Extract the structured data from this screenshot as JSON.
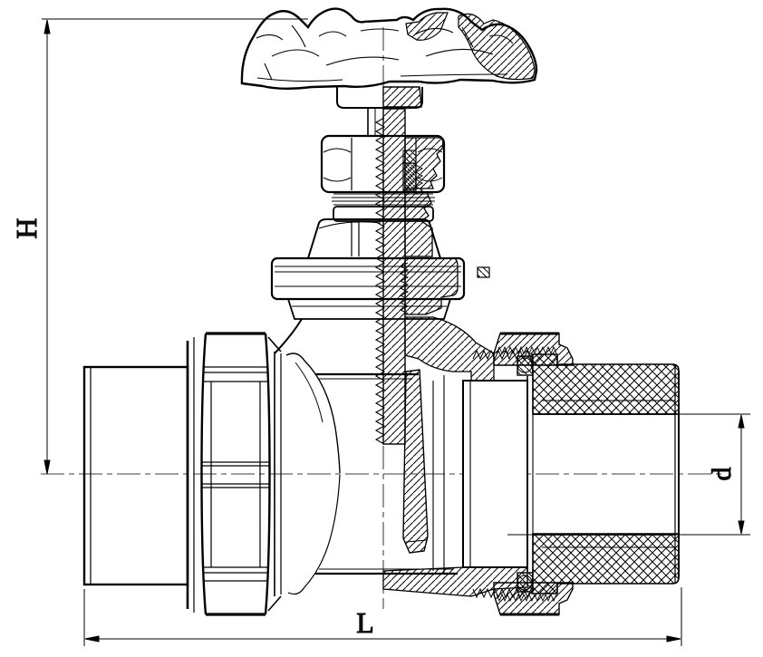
{
  "page": {
    "background": "#ffffff"
  },
  "drawing": {
    "subject": "gate-valve-half-section-drawing",
    "line_color": "#000000",
    "background": "#ffffff",
    "dimensions": {
      "height": {
        "label": "H",
        "orientation": "vertical-left"
      },
      "length": {
        "label": "L",
        "orientation": "horizontal-bottom"
      },
      "bore": {
        "label": "d",
        "orientation": "vertical-right"
      }
    }
  }
}
